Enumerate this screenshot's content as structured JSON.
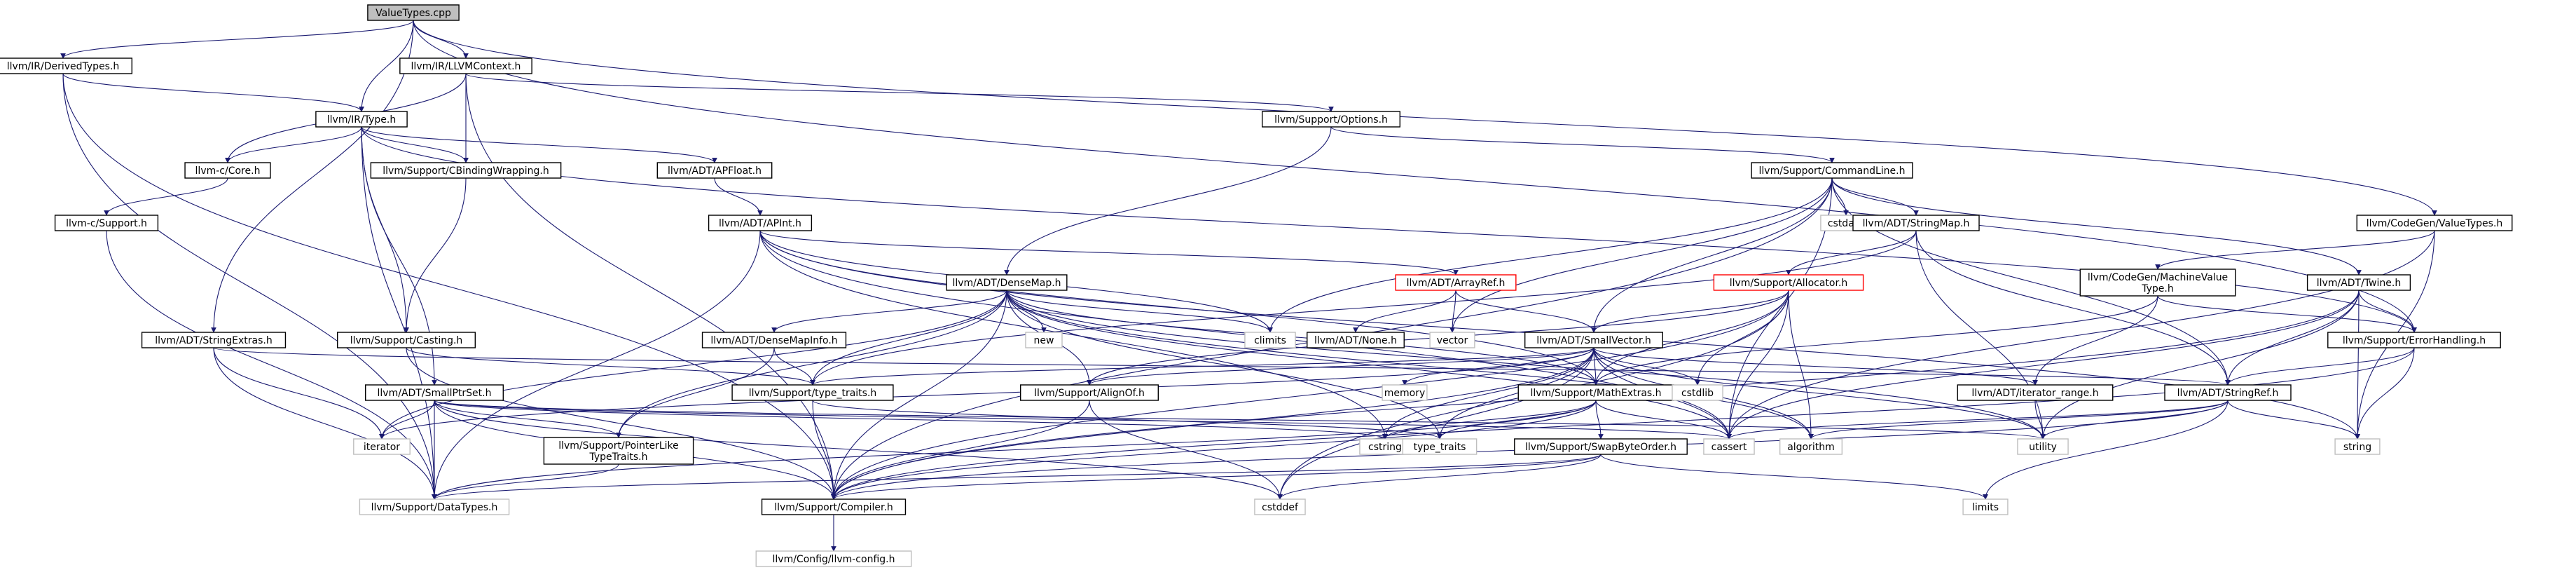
{
  "title": "ValueTypes.cpp",
  "nodes": [
    {
      "id": "n0",
      "label": "ValueTypes.cpp",
      "kind": "root"
    },
    {
      "id": "n1",
      "label": "llvm/IR/DerivedTypes.h",
      "kind": "local"
    },
    {
      "id": "n2",
      "label": "llvm/IR/LLVMContext.h",
      "kind": "local"
    },
    {
      "id": "n3",
      "label": "llvm/IR/Type.h",
      "kind": "local"
    },
    {
      "id": "n4",
      "label": "llvm/Support/Options.h",
      "kind": "local"
    },
    {
      "id": "n5",
      "label": "llvm-c/Core.h",
      "kind": "local"
    },
    {
      "id": "n6",
      "label": "llvm/Support/CBindingWrapping.h",
      "kind": "local"
    },
    {
      "id": "n7",
      "label": "llvm/ADT/APFloat.h",
      "kind": "local"
    },
    {
      "id": "n8",
      "label": "llvm/Support/CommandLine.h",
      "kind": "local"
    },
    {
      "id": "n9",
      "label": "llvm-c/Support.h",
      "kind": "local"
    },
    {
      "id": "n10",
      "label": "llvm/ADT/APInt.h",
      "kind": "local"
    },
    {
      "id": "n11",
      "label": "cstdarg",
      "kind": "system"
    },
    {
      "id": "n12",
      "label": "llvm/ADT/StringMap.h",
      "kind": "local"
    },
    {
      "id": "n13",
      "label": "llvm/CodeGen/ValueTypes.h",
      "kind": "local"
    },
    {
      "id": "n14",
      "label": "llvm/ADT/DenseMap.h",
      "kind": "local"
    },
    {
      "id": "n15",
      "label": "llvm/ADT/ArrayRef.h",
      "kind": "truncated"
    },
    {
      "id": "n16",
      "label": "llvm/Support/Allocator.h",
      "kind": "truncated"
    },
    {
      "id": "n17",
      "label": "llvm/CodeGen/MachineValue\nType.h",
      "kind": "local"
    },
    {
      "id": "n18",
      "label": "llvm/ADT/Twine.h",
      "kind": "local"
    },
    {
      "id": "n19",
      "label": "llvm/ADT/StringExtras.h",
      "kind": "local"
    },
    {
      "id": "n20",
      "label": "llvm/Support/Casting.h",
      "kind": "local"
    },
    {
      "id": "n21",
      "label": "llvm/ADT/DenseMapInfo.h",
      "kind": "local"
    },
    {
      "id": "n22",
      "label": "new",
      "kind": "system"
    },
    {
      "id": "n23",
      "label": "climits",
      "kind": "system"
    },
    {
      "id": "n24",
      "label": "llvm/ADT/None.h",
      "kind": "local"
    },
    {
      "id": "n25",
      "label": "vector",
      "kind": "system"
    },
    {
      "id": "n26",
      "label": "llvm/ADT/SmallVector.h",
      "kind": "local"
    },
    {
      "id": "n27",
      "label": "llvm/Support/ErrorHandling.h",
      "kind": "local"
    },
    {
      "id": "n28",
      "label": "llvm/ADT/SmallPtrSet.h",
      "kind": "local"
    },
    {
      "id": "n29",
      "label": "llvm/Support/type_traits.h",
      "kind": "local"
    },
    {
      "id": "n30",
      "label": "llvm/Support/AlignOf.h",
      "kind": "local"
    },
    {
      "id": "n31",
      "label": "memory",
      "kind": "system"
    },
    {
      "id": "n32",
      "label": "llvm/Support/MathExtras.h",
      "kind": "local"
    },
    {
      "id": "n33",
      "label": "cstdlib",
      "kind": "system"
    },
    {
      "id": "n34",
      "label": "llvm/ADT/iterator_range.h",
      "kind": "local"
    },
    {
      "id": "n35",
      "label": "llvm/ADT/StringRef.h",
      "kind": "local"
    },
    {
      "id": "n36",
      "label": "iterator",
      "kind": "system"
    },
    {
      "id": "n37",
      "label": "llvm/Support/PointerLike\nTypeTraits.h",
      "kind": "local"
    },
    {
      "id": "n38",
      "label": "cstring",
      "kind": "system"
    },
    {
      "id": "n39",
      "label": "type_traits",
      "kind": "system"
    },
    {
      "id": "n40",
      "label": "cassert",
      "kind": "system"
    },
    {
      "id": "n41",
      "label": "algorithm",
      "kind": "system"
    },
    {
      "id": "n42",
      "label": "utility",
      "kind": "system"
    },
    {
      "id": "n43",
      "label": "string",
      "kind": "system"
    },
    {
      "id": "n44",
      "label": "llvm/Support/SwapByteOrder.h",
      "kind": "local"
    },
    {
      "id": "n45",
      "label": "llvm/Support/DataTypes.h",
      "kind": "system"
    },
    {
      "id": "n46",
      "label": "llvm/Support/Compiler.h",
      "kind": "local"
    },
    {
      "id": "n47",
      "label": "cstddef",
      "kind": "system"
    },
    {
      "id": "n48",
      "label": "limits",
      "kind": "system"
    },
    {
      "id": "n49",
      "label": "llvm/Config/llvm-config.h",
      "kind": "system"
    }
  ],
  "edges": [
    [
      "n0",
      "n1"
    ],
    [
      "n0",
      "n2"
    ],
    [
      "n0",
      "n3"
    ],
    [
      "n0",
      "n19"
    ],
    [
      "n0",
      "n13"
    ],
    [
      "n0",
      "n27"
    ],
    [
      "n1",
      "n3"
    ],
    [
      "n1",
      "n45"
    ],
    [
      "n1",
      "n46"
    ],
    [
      "n2",
      "n4"
    ],
    [
      "n2",
      "n6"
    ],
    [
      "n2",
      "n5"
    ],
    [
      "n2",
      "n46"
    ],
    [
      "n3",
      "n5"
    ],
    [
      "n3",
      "n6"
    ],
    [
      "n3",
      "n7"
    ],
    [
      "n3",
      "n20"
    ],
    [
      "n3",
      "n28"
    ],
    [
      "n3",
      "n45"
    ],
    [
      "n3",
      "n27"
    ],
    [
      "n4",
      "n8"
    ],
    [
      "n4",
      "n14"
    ],
    [
      "n5",
      "n9"
    ],
    [
      "n9",
      "n45"
    ],
    [
      "n6",
      "n20"
    ],
    [
      "n7",
      "n10"
    ],
    [
      "n8",
      "n11"
    ],
    [
      "n8",
      "n12"
    ],
    [
      "n8",
      "n23"
    ],
    [
      "n8",
      "n25"
    ],
    [
      "n8",
      "n26"
    ],
    [
      "n8",
      "n40"
    ],
    [
      "n8",
      "n35"
    ],
    [
      "n8",
      "n18"
    ],
    [
      "n8",
      "n46"
    ],
    [
      "n10",
      "n15"
    ],
    [
      "n10",
      "n23"
    ],
    [
      "n10",
      "n32"
    ],
    [
      "n10",
      "n38"
    ],
    [
      "n10",
      "n40"
    ],
    [
      "n10",
      "n45"
    ],
    [
      "n10",
      "n43"
    ],
    [
      "n12",
      "n16"
    ],
    [
      "n12",
      "n35"
    ],
    [
      "n12",
      "n42"
    ],
    [
      "n12",
      "n29"
    ],
    [
      "n13",
      "n17"
    ],
    [
      "n13",
      "n43"
    ],
    [
      "n13",
      "n40"
    ],
    [
      "n14",
      "n21"
    ],
    [
      "n14",
      "n29"
    ],
    [
      "n14",
      "n30"
    ],
    [
      "n14",
      "n32"
    ],
    [
      "n14",
      "n22"
    ],
    [
      "n14",
      "n23"
    ],
    [
      "n14",
      "n40"
    ],
    [
      "n14",
      "n41"
    ],
    [
      "n14",
      "n36"
    ],
    [
      "n14",
      "n37"
    ],
    [
      "n14",
      "n46"
    ],
    [
      "n14",
      "n39"
    ],
    [
      "n14",
      "n42"
    ],
    [
      "n15",
      "n24"
    ],
    [
      "n15",
      "n26"
    ],
    [
      "n15",
      "n25"
    ],
    [
      "n16",
      "n26"
    ],
    [
      "n16",
      "n32"
    ],
    [
      "n16",
      "n30"
    ],
    [
      "n16",
      "n33"
    ],
    [
      "n16",
      "n40"
    ],
    [
      "n16",
      "n41"
    ],
    [
      "n16",
      "n47"
    ],
    [
      "n16",
      "n46"
    ],
    [
      "n17",
      "n27"
    ],
    [
      "n17",
      "n34"
    ],
    [
      "n17",
      "n32"
    ],
    [
      "n18",
      "n35"
    ],
    [
      "n18",
      "n27"
    ],
    [
      "n18",
      "n40"
    ],
    [
      "n18",
      "n43"
    ],
    [
      "n18",
      "n46"
    ],
    [
      "n18",
      "n42"
    ],
    [
      "n19",
      "n35"
    ],
    [
      "n19",
      "n36"
    ],
    [
      "n19",
      "n45"
    ],
    [
      "n20",
      "n29"
    ],
    [
      "n20",
      "n46"
    ],
    [
      "n21",
      "n29"
    ],
    [
      "n21",
      "n37"
    ],
    [
      "n26",
      "n29"
    ],
    [
      "n26",
      "n30"
    ],
    [
      "n26",
      "n32"
    ],
    [
      "n26",
      "n31"
    ],
    [
      "n26",
      "n33"
    ],
    [
      "n26",
      "n34"
    ],
    [
      "n26",
      "n36"
    ],
    [
      "n26",
      "n38"
    ],
    [
      "n26",
      "n40"
    ],
    [
      "n26",
      "n41"
    ],
    [
      "n26",
      "n39"
    ],
    [
      "n26",
      "n47"
    ],
    [
      "n26",
      "n42"
    ],
    [
      "n26",
      "n46"
    ],
    [
      "n27",
      "n35"
    ],
    [
      "n27",
      "n43"
    ],
    [
      "n27",
      "n46"
    ],
    [
      "n28",
      "n37"
    ],
    [
      "n28",
      "n36"
    ],
    [
      "n28",
      "n38"
    ],
    [
      "n28",
      "n40"
    ],
    [
      "n28",
      "n47"
    ],
    [
      "n28",
      "n42"
    ],
    [
      "n28",
      "n45"
    ],
    [
      "n28",
      "n46"
    ],
    [
      "n29",
      "n46"
    ],
    [
      "n29",
      "n39"
    ],
    [
      "n30",
      "n46"
    ],
    [
      "n30",
      "n47"
    ],
    [
      "n32",
      "n44"
    ],
    [
      "n32",
      "n38"
    ],
    [
      "n32",
      "n39"
    ],
    [
      "n32",
      "n40"
    ],
    [
      "n32",
      "n45"
    ],
    [
      "n32",
      "n46"
    ],
    [
      "n34",
      "n42"
    ],
    [
      "n35",
      "n41"
    ],
    [
      "n35",
      "n40"
    ],
    [
      "n35",
      "n43"
    ],
    [
      "n35",
      "n42"
    ],
    [
      "n35",
      "n48"
    ],
    [
      "n35",
      "n46"
    ],
    [
      "n37",
      "n45"
    ],
    [
      "n44",
      "n45"
    ],
    [
      "n44",
      "n46"
    ],
    [
      "n44",
      "n48"
    ],
    [
      "n44",
      "n47"
    ],
    [
      "n46",
      "n49"
    ]
  ],
  "colors": {
    "root_fill": "#bfbfbf",
    "root_border": "#000000",
    "local_border": "#000000",
    "system_border": "#bfbfbf",
    "truncated_border": "#ff0000",
    "edge": "#191970",
    "text": "#000000"
  }
}
